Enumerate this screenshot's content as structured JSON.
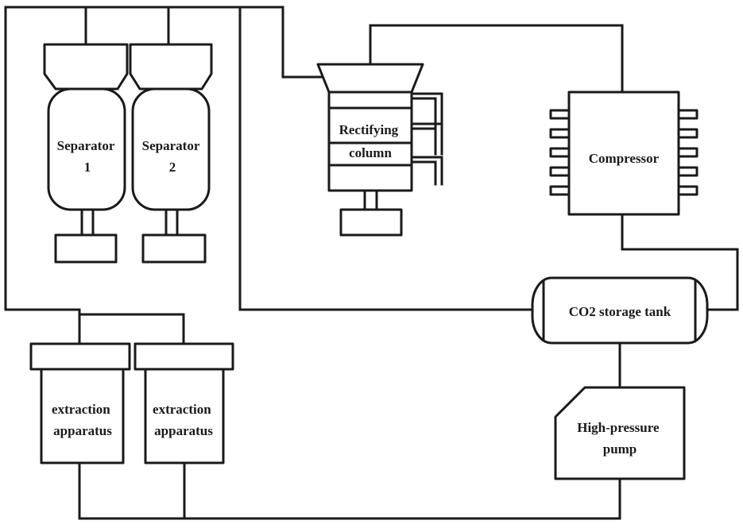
{
  "labels": {
    "separator_1": [
      "Separator",
      "1"
    ],
    "separator_2": [
      "Separator",
      "2"
    ],
    "rectifying_column": [
      "Rectifying",
      "column"
    ],
    "compressor": "Compressor",
    "storage_tank": "CO2 storage tank",
    "high_pressure_pump": [
      "High-pressure",
      "pump"
    ],
    "extraction_1": [
      "extraction",
      "apparatus"
    ],
    "extraction_2": [
      "extraction",
      "apparatus"
    ]
  },
  "colors": {
    "stroke": "#1a1a1a",
    "background": "#ffffff"
  }
}
